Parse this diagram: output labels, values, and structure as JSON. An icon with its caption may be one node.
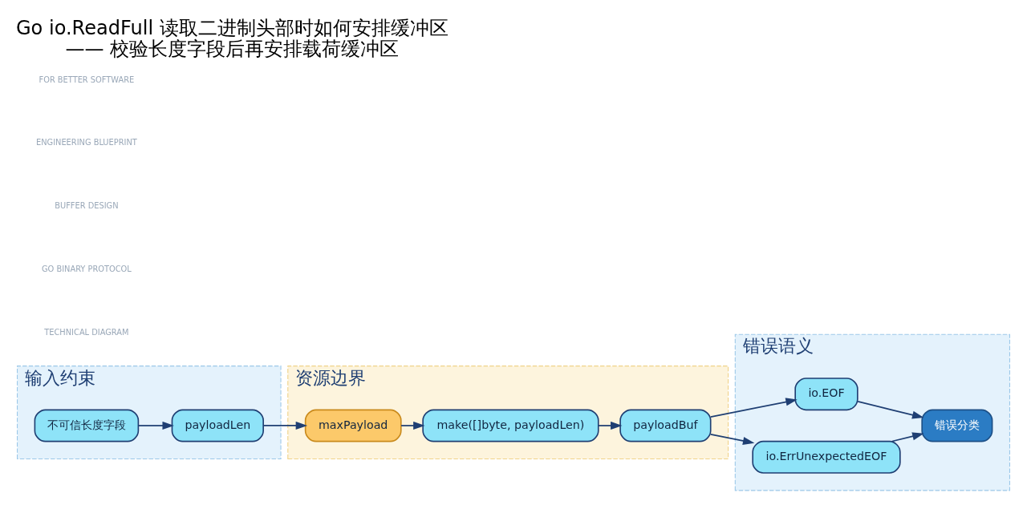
{
  "diagram": {
    "title": "Go io.ReadFull 读取二进制头部时如何安排缓冲区",
    "caption": "—— 校验长度字段后再安排载荷缓冲区",
    "nodes": [
      {
        "text": [
          "输入约束"
        ]
      },
      {
        "text": [
          "不可信长度字段"
        ],
        "in": 0
      },
      {
        "text": [
          "payloadLen"
        ],
        "in": 0
      },
      {
        "text": [
          "资源边界"
        ]
      },
      {
        "text": [
          "maxPayload"
        ],
        "in": 3
      },
      {
        "text": [
          "make([]byte, payloadLen)"
        ],
        "in": 3
      },
      {
        "text": [
          "payloadBuf"
        ],
        "in": 3
      },
      {
        "text": [
          "错误语义"
        ]
      },
      {
        "text": [
          "io.EOF"
        ],
        "in": 7
      },
      {
        "text": [
          "io.ErrUnexpectedEOF"
        ],
        "in": 7
      },
      {
        "text": [
          "错误分类"
        ],
        "in": 7
      }
    ],
    "edges": [
      {
        "from": 1,
        "to": 2,
        "arrow": "to"
      },
      {
        "from": 2,
        "to": 4,
        "arrow": "to"
      },
      {
        "from": 4,
        "to": 5,
        "arrow": "to"
      },
      {
        "from": 5,
        "to": 6,
        "arrow": "to"
      },
      {
        "from": 6,
        "to": 8,
        "arrow": "to"
      },
      {
        "from": 6,
        "to": 9,
        "arrow": "to"
      },
      {
        "from": 8,
        "to": 10,
        "arrow": "to"
      },
      {
        "from": 9,
        "to": 10,
        "arrow": "to"
      }
    ],
    "labels": [
      "TECHNICAL DIAGRAM",
      "GO BINARY PROTOCOL",
      "BUFFER DESIGN",
      "ENGINEERING BLUEPRINT",
      "FOR BETTER SOFTWARE"
    ]
  }
}
